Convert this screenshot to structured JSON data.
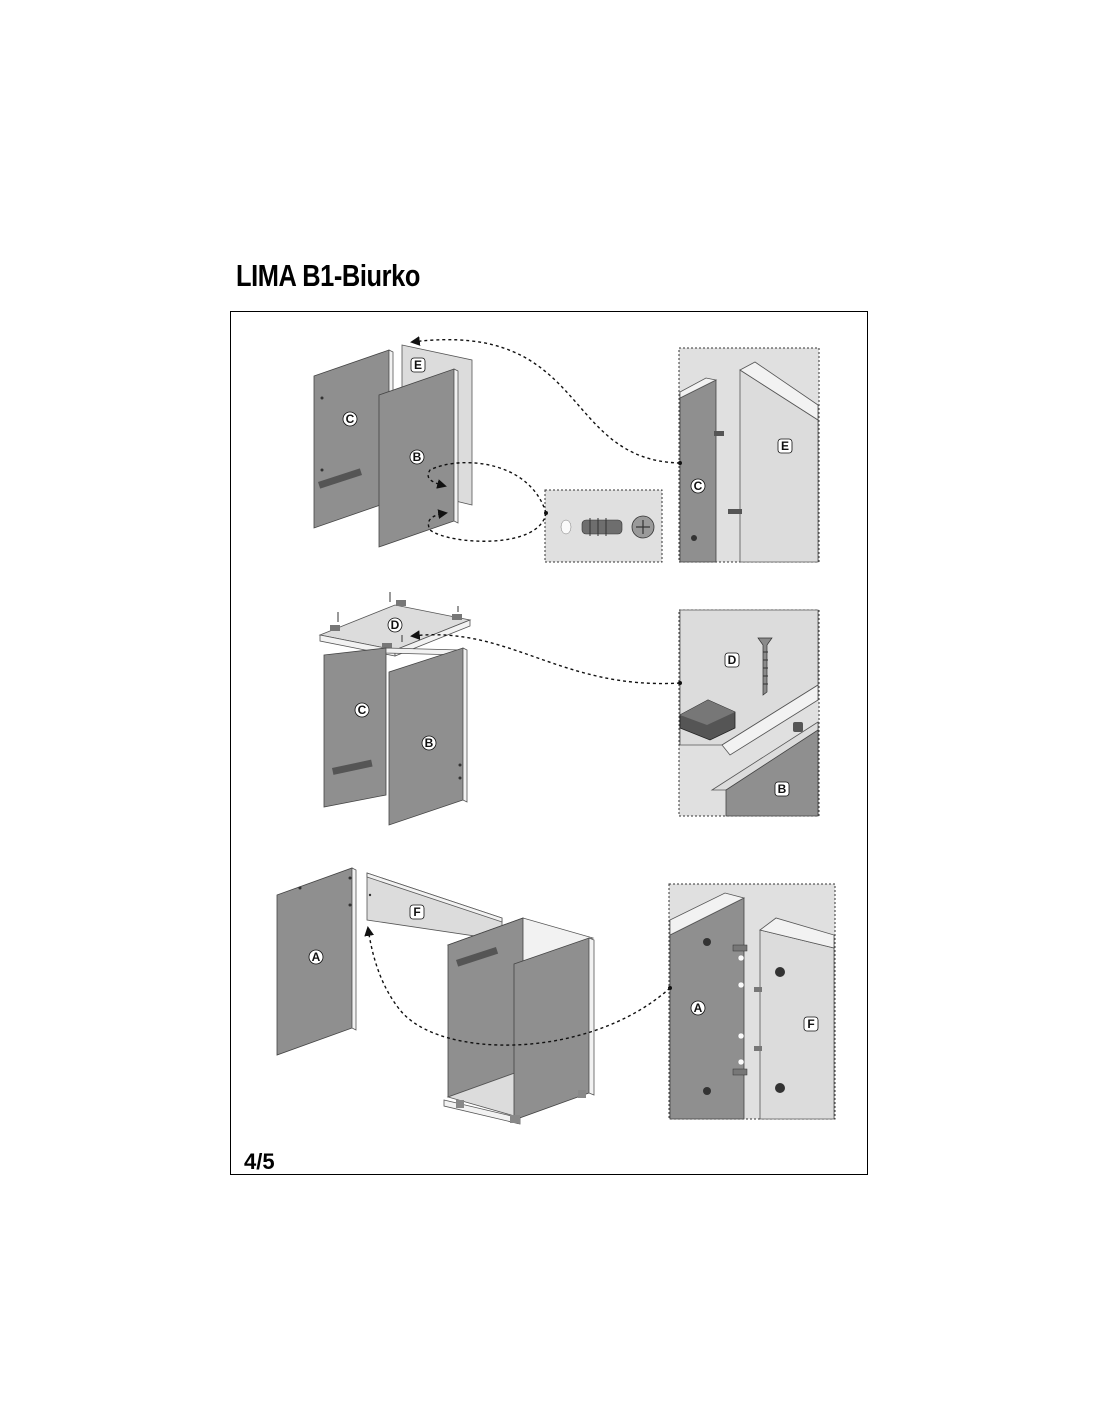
{
  "document": {
    "title": "LIMA  B1-Biurko",
    "page_number": "4/5"
  },
  "parts": {
    "a": "A",
    "b": "B",
    "c": "C",
    "d": "D",
    "e": "E",
    "f": "F"
  },
  "colors": {
    "panel_dark": "#8f8f8f",
    "panel_light": "#dcdcdc",
    "detail_background": "#e0e0e0"
  }
}
